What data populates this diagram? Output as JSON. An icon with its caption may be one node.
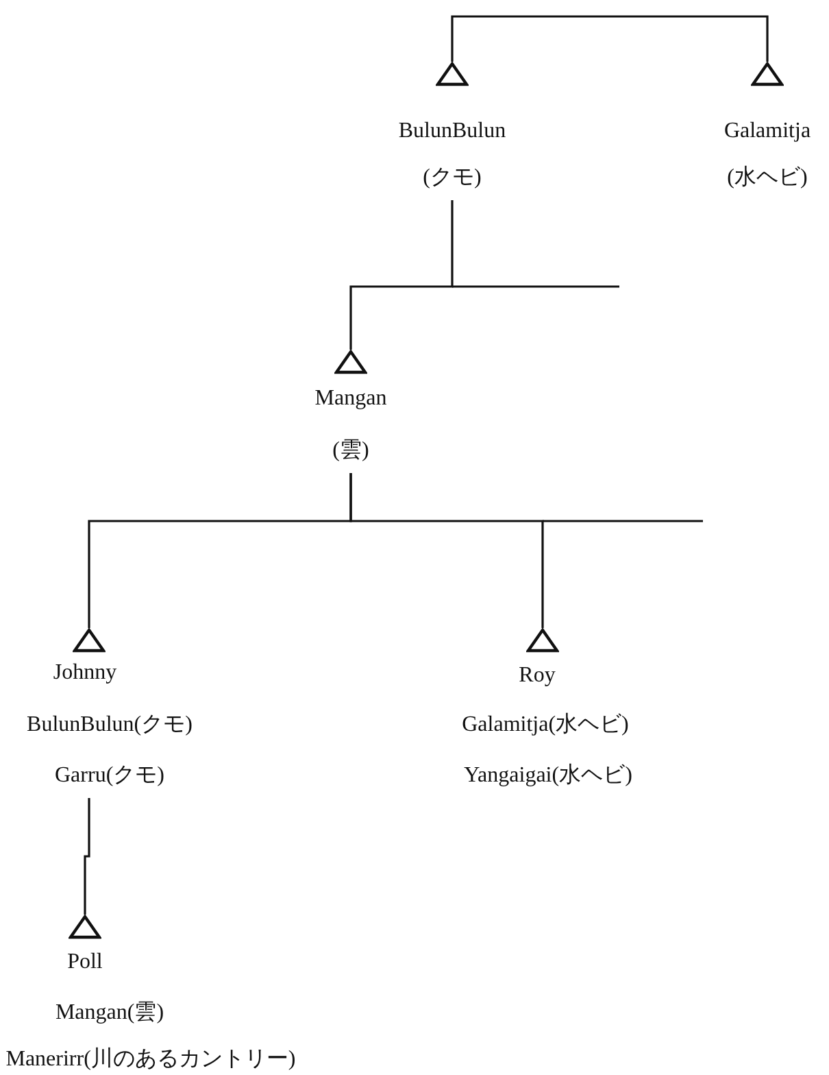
{
  "diagram": {
    "nodes": [
      {
        "text": [
          "BulunBulun",
          "(クモ)"
        ]
      },
      {
        "text": [
          "Galamitja",
          "(水ヘビ)"
        ]
      },
      {
        "text": [
          "Mangan",
          "(雲)"
        ]
      },
      {
        "text": [
          "Johnny",
          "BulunBulun(クモ)",
          "Garru(クモ)"
        ]
      },
      {
        "text": [
          "Roy",
          "Galamitja(水ヘビ)",
          "Yangaigai(水ヘビ)"
        ]
      },
      {
        "text": [
          "Poll",
          "Mangan(雲)",
          "Manerirr(川のあるカントリー)"
        ]
      }
    ],
    "edges": [
      {
        "from": 0,
        "to": 1,
        "arrow": "none"
      },
      {
        "from": 0,
        "to": 2,
        "arrow": "none"
      },
      {
        "from": 2,
        "to": 3,
        "arrow": "none"
      },
      {
        "from": 2,
        "to": 4,
        "arrow": "none"
      },
      {
        "from": 3,
        "to": 5,
        "arrow": "none"
      }
    ]
  }
}
